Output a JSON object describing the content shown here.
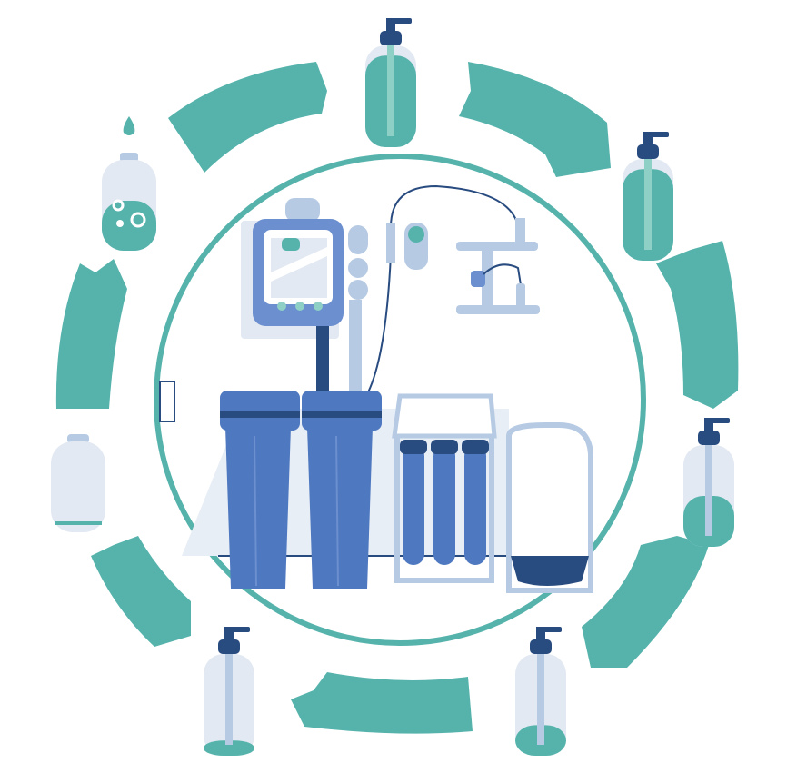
{
  "illustration": {
    "subject": "water-purification-cycle",
    "icons": [
      "pump-bottle-icon",
      "drop-bottle-icon",
      "empty-bottle-icon",
      "filter-system-icon",
      "faucet-icon",
      "control-panel-icon"
    ],
    "bottle_fill_levels": [
      {
        "name": "top",
        "fill": 0.9
      },
      {
        "name": "upper-right",
        "fill": 0.9
      },
      {
        "name": "right",
        "fill": 0.5
      },
      {
        "name": "lower-right",
        "fill": 0.3
      },
      {
        "name": "bottom",
        "fill": 0.15
      },
      {
        "name": "left",
        "fill": 0.0
      },
      {
        "name": "upper-left",
        "fill": 0.55
      }
    ]
  },
  "colors": {
    "teal": "#55b3ac",
    "teal_light": "#8fd0c6",
    "navy": "#284b80",
    "blue": "#4e78c0",
    "blue_mid": "#6b8fcf",
    "pale": "#e2e9f2",
    "pale_blue": "#b6cae3",
    "white": "#ffffff"
  }
}
